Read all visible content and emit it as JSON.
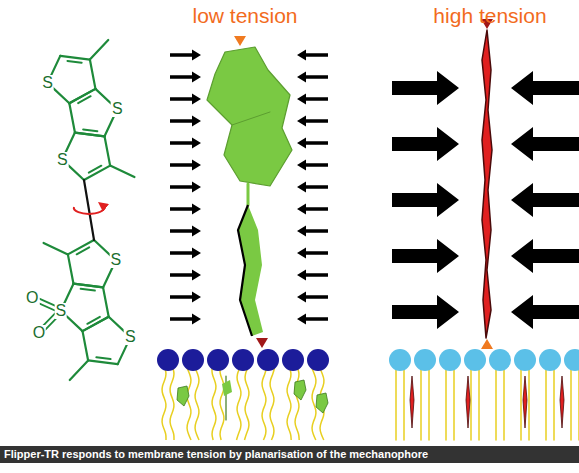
{
  "diagram": {
    "caption": "Flipper-TR responds to membrane tension by planarisation of the mechanophore",
    "labels": [
      "low tension",
      "high tension",
      "S",
      "S",
      "S",
      "S",
      "S",
      "O",
      "O",
      "S"
    ]
  }
}
